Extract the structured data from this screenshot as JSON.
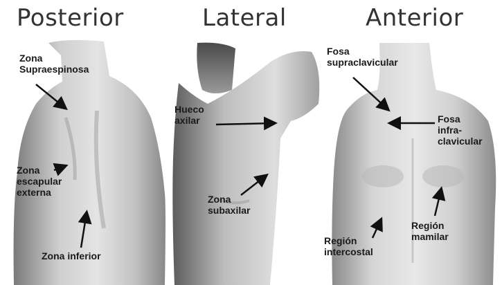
{
  "panels": [
    {
      "title": "Posterior"
    },
    {
      "title": "Lateral"
    },
    {
      "title": "Anterior"
    }
  ],
  "labels": {
    "zona_supraespinosa": "Zona\nSupraespinosa",
    "zona_escapular_externa": "Zona\nescapular\nexterna",
    "zona_inferior": "Zona inferior",
    "hueco_axilar": "Hueco\naxilar",
    "zona_subaxilar": "Zona\nsubaxilar",
    "fosa_supraclavicular": "Fosa\nsupraclavicular",
    "fosa_infraclavicular": "Fosa\ninfra-\nclavicular",
    "region_mamilar": "Región\nmamilar",
    "region_intercostal": "Región\nintercostal"
  },
  "colors": {
    "title": "#333333",
    "label": "#1a1a1a",
    "arrow": "#111111",
    "skin_light": "#e6e6e6",
    "skin_mid": "#b4b4b4",
    "skin_dark": "#6e6e6e"
  }
}
